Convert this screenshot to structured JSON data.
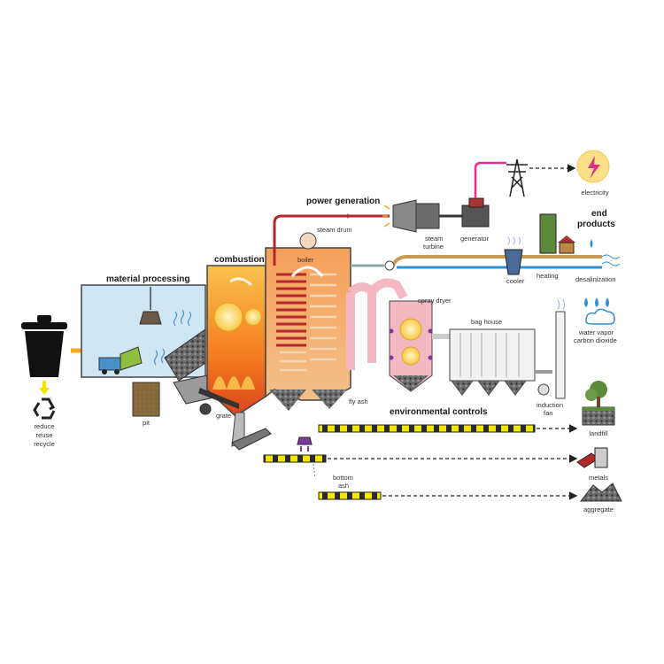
{
  "colors": {
    "accent_orange": "#f5a623",
    "pink_line": "#e0308a",
    "steam_red": "#b5262a",
    "conveyor_yellow": "#f2e600",
    "material_bg": "#cfe6f5",
    "flame_orange": "#f57c1f",
    "spray_pink": "#f4b8c2",
    "pipe_tan": "#c89a52",
    "water_blue": "#2f8fd3"
  },
  "sections": {
    "material_processing": "material processing",
    "combustion": "combustion",
    "power_generation": "power generation",
    "environmental_controls": "environmental controls",
    "end_products": "end\nproducts"
  },
  "labels": {
    "reduce": "reduce",
    "reuse": "reuse",
    "recycle": "recycle",
    "pit": "pit",
    "grate": "grate",
    "boiler": "boiler",
    "steam_drum": "steam drum",
    "steam_turbine_1": "steam",
    "steam_turbine_2": "turbine",
    "generator": "generator",
    "fly_ash": "fly ash",
    "spray_dryer": "spray dryer",
    "bag_house": "bag house",
    "induction_fan_1": "induction",
    "induction_fan_2": "fan",
    "bottom_ash_1": "bottom",
    "bottom_ash_2": "ash",
    "cooler": "cooler",
    "heating": "heating",
    "desalinization": "desalinization",
    "electricity": "electricity",
    "water_vapor": "water vapor",
    "carbon_dioxide": "carbon dioxide",
    "landfill": "landfill",
    "metals": "metals",
    "aggregate": "aggregate"
  },
  "icons": [
    "trash-can-icon",
    "recycle-icon",
    "transmission-tower-icon",
    "lightning-icon",
    "house-icon",
    "water-drops-icon",
    "cloud-icon",
    "tree-icon",
    "metal-bars-icon",
    "rock-pile-icon"
  ]
}
